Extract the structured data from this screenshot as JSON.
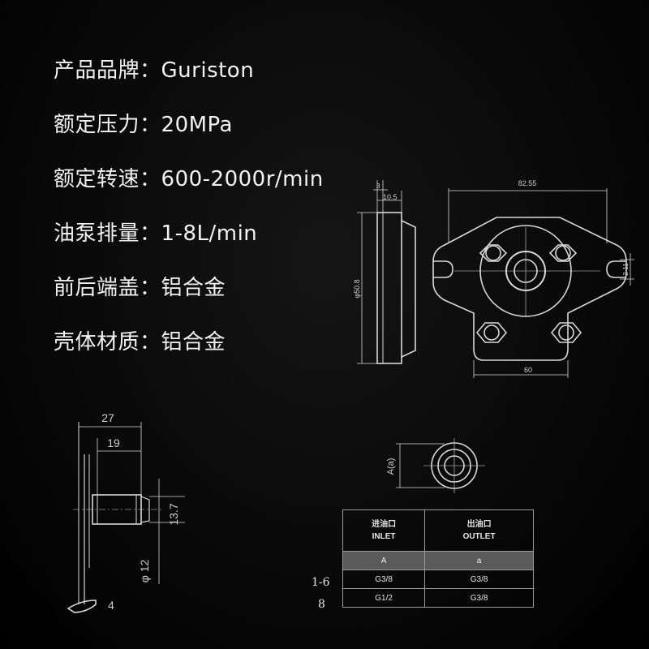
{
  "specs": [
    {
      "label": "产品品牌",
      "sep": "：",
      "value": "Guriston"
    },
    {
      "label": "额定压力",
      "sep": "：",
      "value": "20MPa"
    },
    {
      "label": "额定转速",
      "sep": "：",
      "value": "600-2000r/min"
    },
    {
      "label": "油泵排量",
      "sep": "：",
      "value": "1-8L/min"
    },
    {
      "label": "前后端盖",
      "sep": "：",
      "value": "铝合金"
    },
    {
      "label": "壳体材质",
      "sep": "：",
      "value": "铝合金"
    }
  ],
  "flange_dims": {
    "width": "82.55",
    "bottom_width": "60",
    "slot": "2-11",
    "thickness_small": "3",
    "thickness": "10.5",
    "diameter": "φ50.8"
  },
  "shaft_dims": {
    "length_total": "27",
    "length_key": "19",
    "key_height": "13.7",
    "shaft_diameter": "φ 12",
    "key_width": "4"
  },
  "port_dims": {
    "label": "A(a)"
  },
  "port_table": {
    "col1_cn": "进油口",
    "col1_en": "INLET",
    "col2_cn": "出油口",
    "col2_en": "OUTLET",
    "col1_sub": "A",
    "col2_sub": "a",
    "rows": [
      {
        "size": "1-6",
        "inlet": "G3/8",
        "outlet": "G3/8"
      },
      {
        "size": "8",
        "inlet": "G1/2",
        "outlet": "G3/8"
      }
    ]
  }
}
